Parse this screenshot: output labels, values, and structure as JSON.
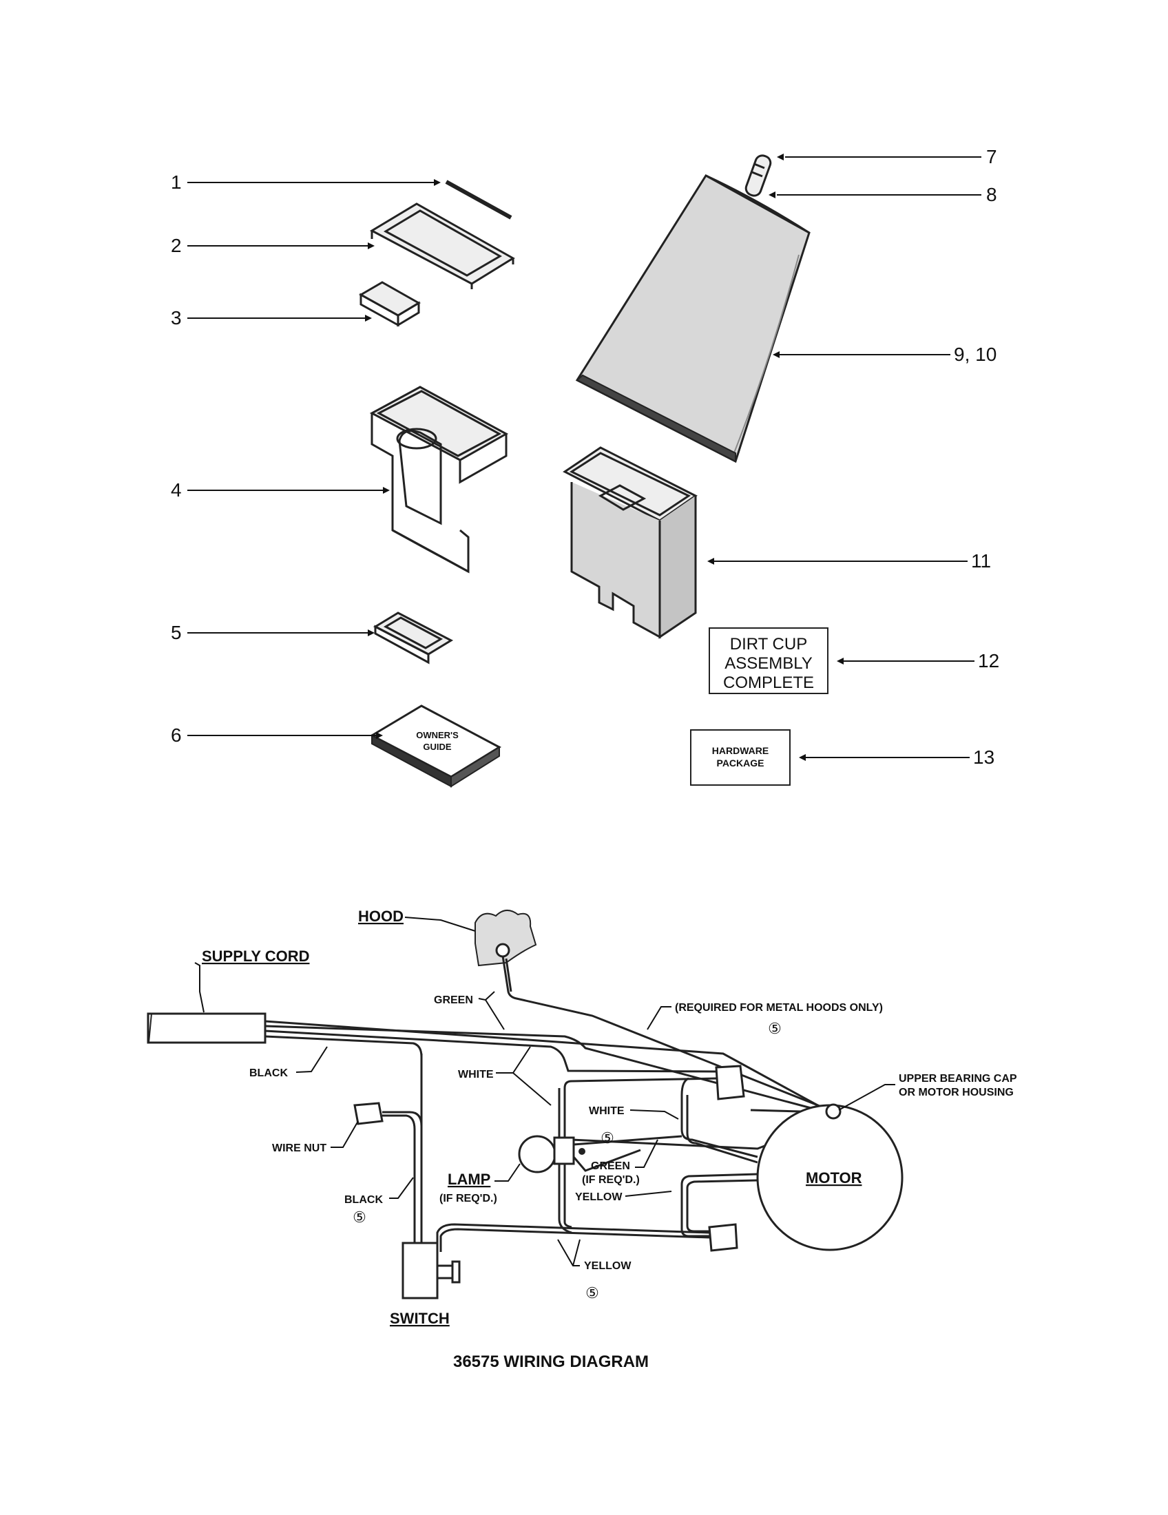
{
  "parts": [
    {
      "num": "1"
    },
    {
      "num": "2"
    },
    {
      "num": "3"
    },
    {
      "num": "4"
    },
    {
      "num": "5"
    },
    {
      "num": "6"
    },
    {
      "num": "7"
    },
    {
      "num": "8"
    },
    {
      "num": "9, 10"
    },
    {
      "num": "11"
    },
    {
      "num": "12"
    },
    {
      "num": "13"
    }
  ],
  "booklet": {
    "line1": "OWNER'S",
    "line2": "GUIDE"
  },
  "dirt_cup_box": {
    "line1": "DIRT CUP",
    "line2": "ASSEMBLY",
    "line3": "COMPLETE"
  },
  "hardware_box": {
    "line1": "HARDWARE",
    "line2": "PACKAGE"
  },
  "wiring": {
    "hood": "HOOD",
    "supply_cord": "SUPPLY CORD",
    "green": "GREEN",
    "required_note": "(REQUIRED FOR METAL HOODS ONLY)",
    "black": "BLACK",
    "white": "WHITE",
    "white2": "WHITE",
    "upper_bearing_line1": "UPPER BEARING CAP",
    "upper_bearing_line2": "OR MOTOR HOUSING",
    "wire_nut": "WIRE NUT",
    "lamp": "LAMP",
    "lamp_req": "(IF REQ'D.)",
    "green_if_line1": "GREEN",
    "green_if_line2": "(IF REQ'D.)",
    "yellow": "YELLOW",
    "yellow2": "YELLOW",
    "motor": "MOTOR",
    "black2": "BLACK",
    "switch": "SWITCH",
    "ground_symbol": "⑤"
  },
  "title": "36575 WIRING DIAGRAM"
}
